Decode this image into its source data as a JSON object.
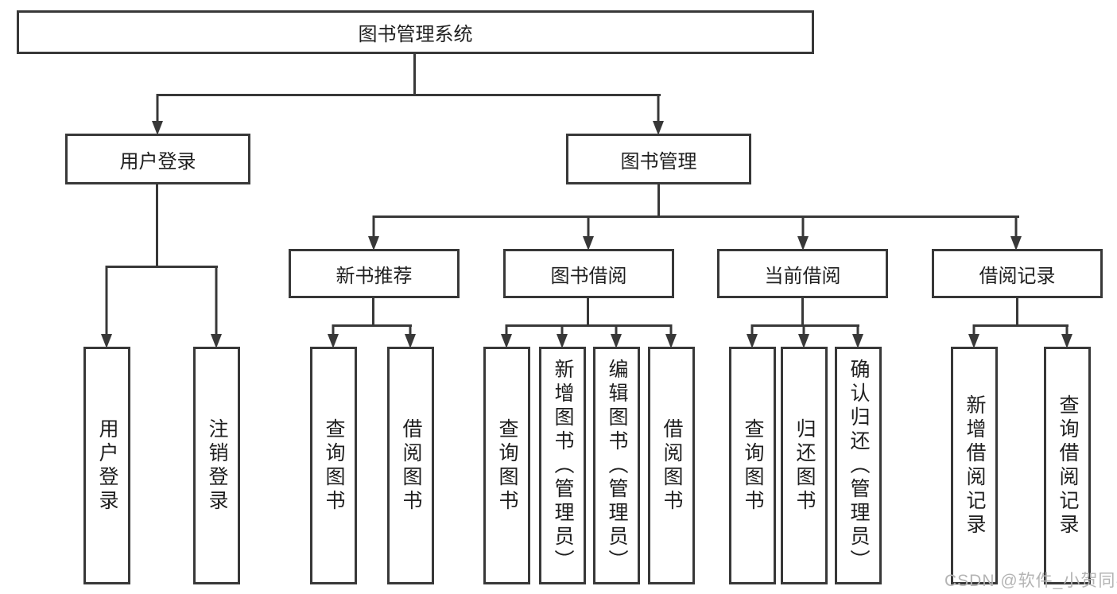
{
  "diagram": {
    "title": "图书管理系统",
    "root": {
      "label": "图书管理系统"
    },
    "level2": [
      {
        "label": "用户登录"
      },
      {
        "label": "图书管理"
      }
    ],
    "level3": [
      {
        "label": "新书推荐",
        "parent": "图书管理"
      },
      {
        "label": "图书借阅",
        "parent": "图书管理"
      },
      {
        "label": "当前借阅",
        "parent": "图书管理"
      },
      {
        "label": "借阅记录",
        "parent": "图书管理"
      }
    ],
    "leaves": [
      {
        "label": "用户登录",
        "parent": "用户登录"
      },
      {
        "label": "注销登录",
        "parent": "用户登录"
      },
      {
        "label": "查询图书",
        "parent": "新书推荐"
      },
      {
        "label": "借阅图书",
        "parent": "新书推荐"
      },
      {
        "label": "查询图书",
        "parent": "图书借阅"
      },
      {
        "label": "新增图书（管理员）",
        "parent": "图书借阅"
      },
      {
        "label": "编辑图书（管理员）",
        "parent": "图书借阅"
      },
      {
        "label": "借阅图书",
        "parent": "图书借阅"
      },
      {
        "label": "查询图书",
        "parent": "当前借阅"
      },
      {
        "label": "归还图书",
        "parent": "当前借阅"
      },
      {
        "label": "确认归还（管理员）",
        "parent": "当前借阅"
      },
      {
        "label": "新增借阅记录",
        "parent": "借阅记录"
      },
      {
        "label": "查询借阅记录",
        "parent": "借阅记录"
      }
    ]
  },
  "watermark": {
    "text": "CSDN @软件_小贺同学"
  },
  "colors": {
    "line": "#383838",
    "text": "#1f1f1f",
    "wm": "#b4b4b4",
    "bg": "#ffffff"
  }
}
